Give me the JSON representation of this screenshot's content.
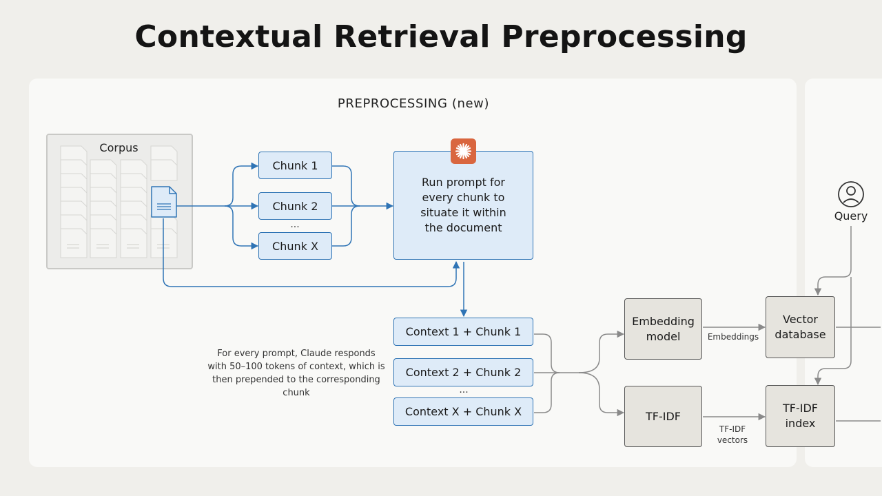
{
  "title": "Contextual Retrieval Preprocessing",
  "section_title": "PREPROCESSING (new)",
  "corpus_label": "Corpus",
  "chunks": [
    "Chunk 1",
    "Chunk 2",
    "Chunk X"
  ],
  "chunks_ellipsis": "...",
  "prompt_text": "Run prompt for every chunk to situate it within the document",
  "contexts": [
    "Context 1 + Chunk 1",
    "Context 2 + Chunk 2",
    "Context X + Chunk X"
  ],
  "contexts_ellipsis": "...",
  "note_text": "For every prompt, Claude responds with 50–100 tokens of context, which is then prepended to the corresponding chunk",
  "embedding_model": "Embedding model",
  "embeddings_label": "Embeddings",
  "vector_database": "Vector database",
  "tfidf": "TF-IDF",
  "tfidf_vectors": "TF-IDF vectors",
  "tfidf_index": "TF-IDF index",
  "query_label": "Query",
  "colors": {
    "accent_blue": "#2f74b5",
    "box_blue": "#deebf8",
    "claude_orange": "#d9663f",
    "gray_box": "#e6e4de"
  }
}
